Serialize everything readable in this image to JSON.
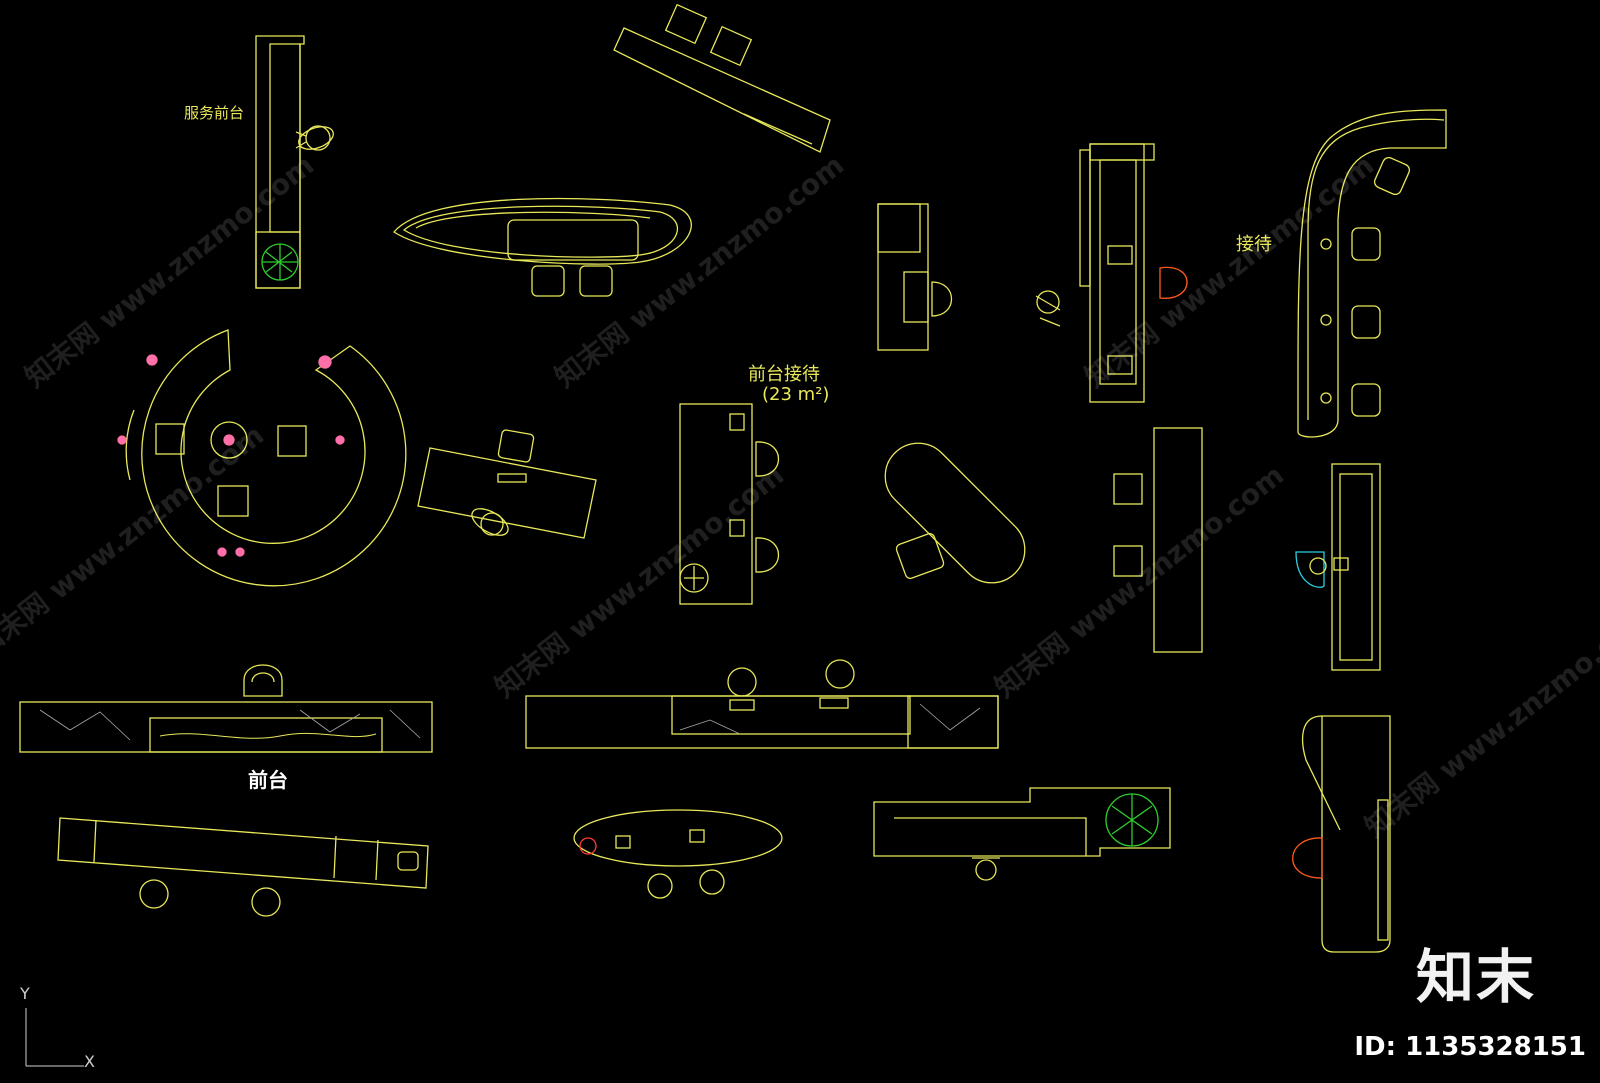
{
  "labels": {
    "service_desk": "服务前台",
    "reception_front": "前台接待",
    "area": "(23 m²)",
    "reception": "接待",
    "front_desk": "前台"
  },
  "brand": {
    "logo": "知末",
    "id": "ID: 1135328151",
    "watermark": "知末网 www.znzmo.com"
  },
  "ucs": {
    "y": "Y",
    "x": "X"
  },
  "colors": {
    "background": "#000000",
    "line": "#e8e85a",
    "accent_pink": "#ff6fa8",
    "plant_green": "#2ecc2e",
    "chair_orange": "#ff5a1e",
    "chair_cyan": "#2ad0e0"
  }
}
